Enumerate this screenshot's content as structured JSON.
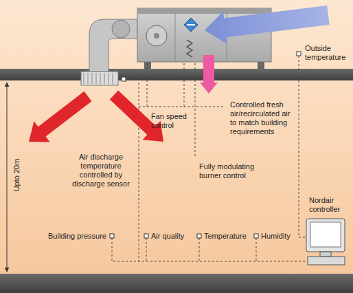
{
  "diagram": {
    "labels": [
      "Outside temperature",
      "Fan speed control",
      "Controlled fresh air/recirculated air to match building requirements",
      "Air discharge temperature controlled by discharge sensor",
      "Fully modulating burner control",
      "Upto 20m",
      "Building pressure",
      "Air quality",
      "Temperature",
      "Humidity",
      "Nordair controller"
    ]
  }
}
